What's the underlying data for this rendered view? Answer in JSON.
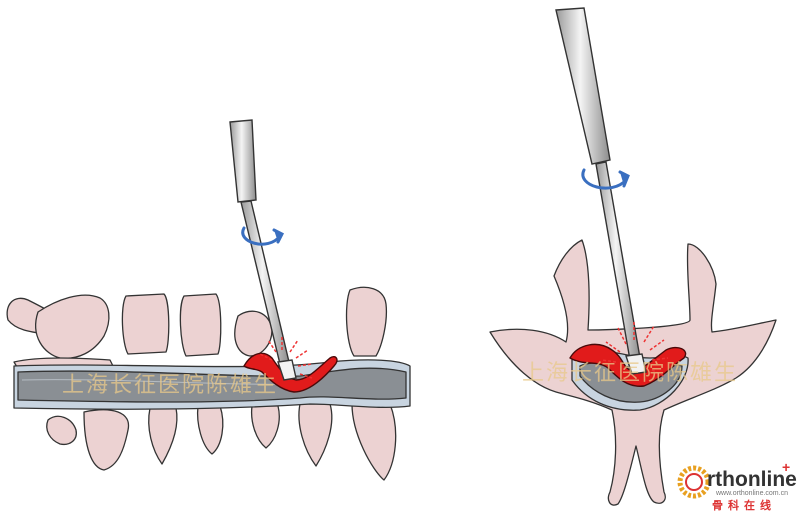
{
  "watermark": {
    "left_text": "上海长征医院陈雄生",
    "right_text": "上海长征医院陈雄生"
  },
  "logo": {
    "brand": "rthonline",
    "plus": "+",
    "url": "www.orthonline.com.cn",
    "cn": "骨科在线"
  },
  "colors": {
    "bone": "#ecd2d2",
    "canal": "#8a8f94",
    "dura": "#c8d4e0",
    "lesion": "#e11b1b",
    "arrow": "#3a6fc0"
  }
}
